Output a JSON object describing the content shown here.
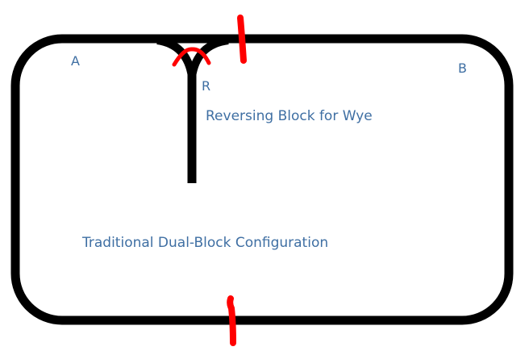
{
  "diagram": {
    "labels": {
      "point_a": "A",
      "point_b": "B",
      "point_r": "R",
      "reversing_block": "Reversing Block for Wye",
      "traditional_config": "Traditional Dual-Block Configuration"
    },
    "colors": {
      "track": "#000000",
      "gap_marker": "#ff0000",
      "label": "#3f6fa3",
      "background": "#ffffff"
    }
  }
}
